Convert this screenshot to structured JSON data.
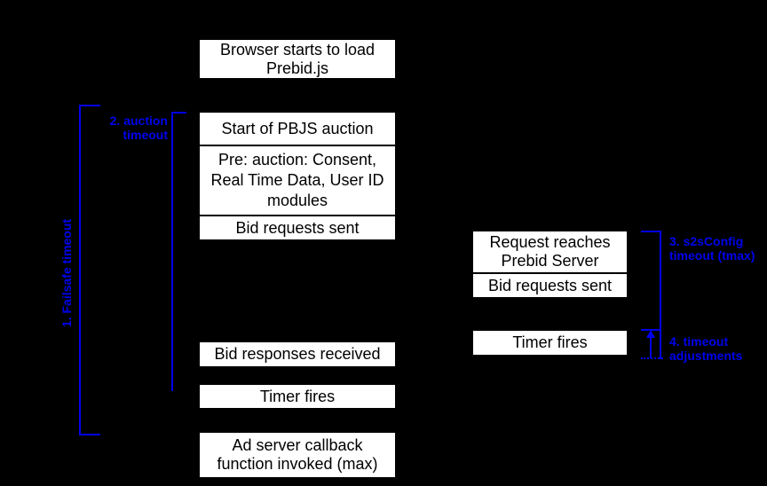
{
  "colors": {
    "background": "#000000",
    "box_fill": "#ffffff",
    "box_text": "#000000",
    "accent_blue": "#0000EE"
  },
  "left_column": {
    "browser_load": "Browser starts to load Prebid.js",
    "auction_group": {
      "auction_start": "Start of PBJS auction",
      "pre_auction": "Pre: auction: Consent, Real Time Data, User ID modules",
      "bid_requests": "Bid requests sent"
    },
    "bid_responses": "Bid responses received",
    "timer_fires": "Timer fires",
    "ad_server_callback": "Ad server callback function invoked (max)"
  },
  "right_column": {
    "request_reaches": "Request reaches Prebid Server",
    "bid_requests": "Bid requests sent",
    "timer_fires": "Timer fires"
  },
  "timeout_labels": {
    "failsafe": "1. Failsafe timeout",
    "auction": "2. auction timeout",
    "s2s_config": "3. s2sConfig timeout (tmax)",
    "adjustments": "4. timeout adjustments"
  }
}
